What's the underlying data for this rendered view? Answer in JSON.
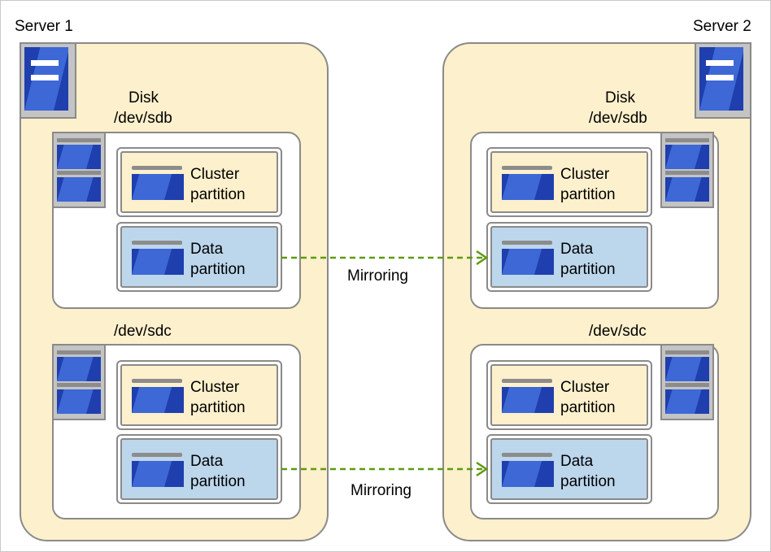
{
  "servers": [
    {
      "name": "Server 1"
    },
    {
      "name": "Server 2"
    }
  ],
  "disk_caption": "Disk",
  "disks": [
    {
      "device": "/dev/sdb"
    },
    {
      "device": "/dev/sdc"
    }
  ],
  "partitions": {
    "cluster": {
      "line1": "Cluster",
      "line2": "partition"
    },
    "data": {
      "line1": "Data",
      "line2": "partition"
    }
  },
  "mirroring_label": "Mirroring",
  "colors": {
    "server_fill": "#fdf0cc",
    "data_partition_fill": "#bcd6ec",
    "icon_blue": "#1f3fae",
    "mirror_arrow": "#5f9a10"
  }
}
